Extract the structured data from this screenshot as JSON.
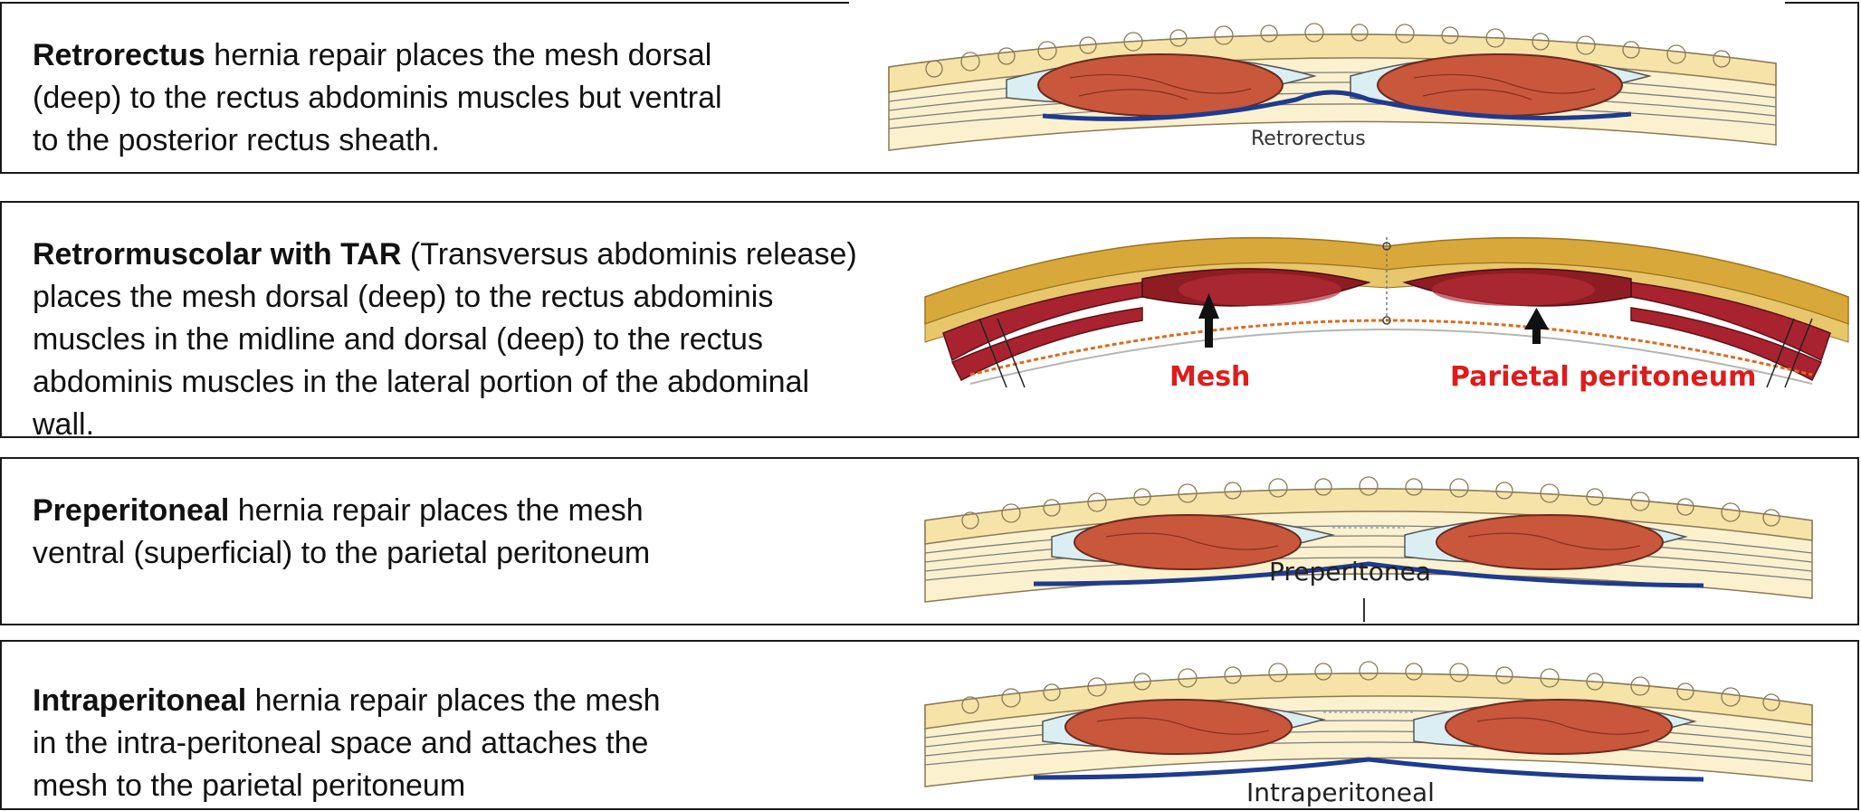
{
  "colors": {
    "fat": "#f6e3a8",
    "fat_dark": "#d9a83a",
    "muscle": "#c8573c",
    "muscle_dark": "#8e1c23",
    "fascia": "#dbeef2",
    "mesh_blue": "#1f3b8f",
    "mesh_orange": "#e06a1e",
    "label_red": "#e01b1b",
    "border": "#1a1a1a"
  },
  "panels": [
    {
      "id": "retrorectus",
      "caption_bold": "Retrorectus",
      "caption_lines": [
        " hernia repair places the mesh dorsal",
        "(deep) to the rectus abdominis muscles but ventral",
        "to the posterior rectus sheath."
      ],
      "figure_label": "Retrorectus"
    },
    {
      "id": "retromuscular-tar",
      "caption_bold": "Retrormuscolar with TAR",
      "caption_lines": [
        " (Transversus abdominis release)",
        "places the mesh dorsal (deep) to the rectus abdominis",
        "muscles in the midline and dorsal (deep) to the rectus",
        "abdominis muscles in the lateral portion of the abdominal",
        "wall."
      ],
      "arrow_labels": [
        "Mesh",
        "Parietal peritoneum"
      ]
    },
    {
      "id": "preperitoneal",
      "caption_bold": "Preperitoneal",
      "caption_lines": [
        " hernia repair places the mesh",
        "ventral (superficial) to the parietal peritoneum"
      ],
      "figure_label": "Preperitonea"
    },
    {
      "id": "intraperitoneal",
      "caption_bold": "Intraperitoneal",
      "caption_lines": [
        " hernia repair places the mesh",
        "in the intra-peritoneal space and attaches the",
        "mesh to the parietal peritoneum"
      ],
      "figure_label": "Intraperitoneal"
    }
  ]
}
